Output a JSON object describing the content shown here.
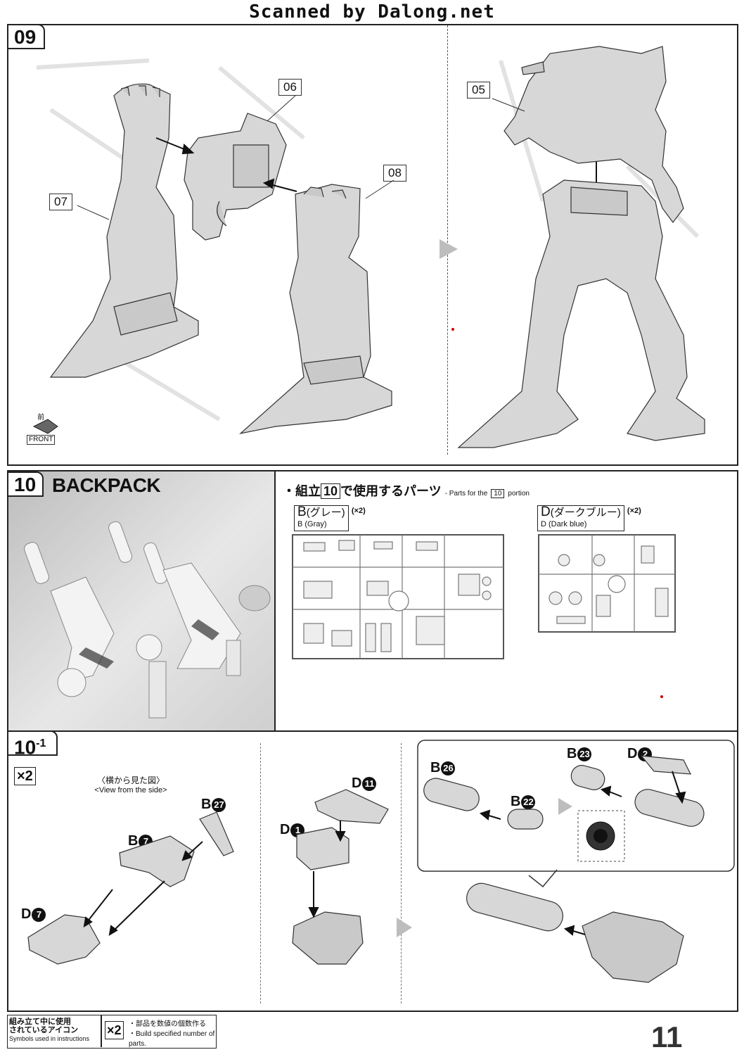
{
  "header": {
    "scan_credit": "Scanned by Dalong.net"
  },
  "step09": {
    "number": "09",
    "callouts": [
      "06",
      "07",
      "08",
      "05"
    ],
    "front_label_jp": "前",
    "front_label_en": "FRONT"
  },
  "step10": {
    "number": "10",
    "title": "BACKPACK",
    "parts_title_prefix": "・組立",
    "parts_title_step": "10",
    "parts_title_suffix": "で使用するパーツ",
    "parts_title_en_prefix": "- Parts for the",
    "parts_title_en_step": "10",
    "parts_title_en_suffix": "portion",
    "runners": [
      {
        "letter": "B",
        "jp": "(グレー)",
        "en": "B (Gray)",
        "count": "(×2)"
      },
      {
        "letter": "D",
        "jp": "(ダークブルー)",
        "en": "D (Dark blue)",
        "count": "(×2)"
      }
    ]
  },
  "step10_1": {
    "number": "10",
    "sub": "-1",
    "multiplier": "×2",
    "side_view_jp": "〈横から見た図〉",
    "side_view_en": "<View from the side>",
    "parts": [
      {
        "letter": "B",
        "num": "27"
      },
      {
        "letter": "B",
        "num": "7"
      },
      {
        "letter": "D",
        "num": "7"
      },
      {
        "letter": "D",
        "num": "11"
      },
      {
        "letter": "D",
        "num": "1"
      },
      {
        "letter": "B",
        "num": "26"
      },
      {
        "letter": "B",
        "num": "22"
      },
      {
        "letter": "B",
        "num": "23"
      },
      {
        "letter": "D",
        "num": "2"
      }
    ]
  },
  "footer": {
    "icon_label_jp_1": "組み立て中に使用",
    "icon_label_jp_2": "されているアイコン",
    "icon_label_en": "Symbols used in instructions",
    "icon_multiplier": "×2",
    "icon_desc_jp": "・部品を数値の個数作る",
    "icon_desc_en": "・Build specified number of parts.",
    "page_number": "11"
  }
}
